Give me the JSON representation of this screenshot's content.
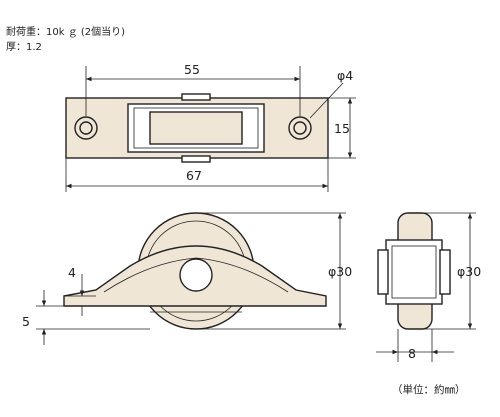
{
  "specs": {
    "load": "耐荷重：10k ｇ (2個当り)",
    "thickness": "厚：1.2"
  },
  "dimensions": {
    "hole_pitch": "55",
    "hole_dia": "φ4",
    "plate_height": "15",
    "plate_length": "67",
    "front_height": "φ30",
    "side_height": "φ30",
    "mount_thickness": "4",
    "base_height": "5",
    "side_width": "8"
  },
  "unit_note": "（単位：約㎜）",
  "colors": {
    "line": "#222222",
    "fill": "#efe6d6"
  }
}
